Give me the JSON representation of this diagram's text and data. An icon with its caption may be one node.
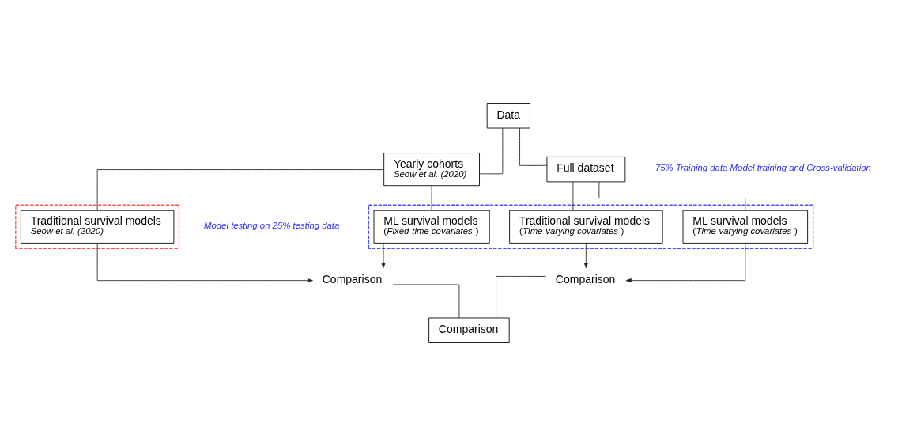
{
  "diagram": {
    "nodes": [
      {
        "text": [
          "Data"
        ]
      },
      {
        "text": [
          "Yearly cohorts",
          "Seow et al. (2020)"
        ]
      },
      {
        "text": [
          "Full dataset"
        ]
      },
      {
        "text": [],
        "shape": "box"
      },
      {
        "text": [
          "Traditional survival models",
          "Seow et al. (2020)"
        ],
        "in": 3
      },
      {
        "text": [],
        "shape": "box"
      },
      {
        "text": [
          "ML survival models",
          "(*Fixed-time covariates*)"
        ],
        "in": 5
      },
      {
        "text": [
          "Traditional survival models",
          "(*Time-varying covariates*)"
        ],
        "in": 5
      },
      {
        "text": [
          "ML survival models",
          "(*Time-varying covariates*)"
        ],
        "in": 5
      },
      {
        "text": [
          "Comparison"
        ]
      },
      {
        "text": [
          "Comparison"
        ]
      },
      {
        "text": [
          "Comparison"
        ]
      }
    ],
    "edges": [
      {
        "from": 0,
        "to": 1,
        "arrow": "none"
      },
      {
        "from": 0,
        "to": 2,
        "arrow": "none"
      },
      {
        "from": 1,
        "to": 4,
        "arrow": "none"
      },
      {
        "from": 1,
        "to": 6,
        "arrow": "none"
      },
      {
        "from": 2,
        "to": 7,
        "arrow": "none"
      },
      {
        "from": 2,
        "to": 8,
        "arrow": "none"
      },
      {
        "from": 4,
        "to": 9,
        "arrow": "to"
      },
      {
        "from": 6,
        "to": 9,
        "arrow": "to"
      },
      {
        "from": 7,
        "to": 10,
        "arrow": "to"
      },
      {
        "from": 8,
        "to": 10,
        "arrow": "to"
      },
      {
        "from": 9,
        "to": 11,
        "arrow": "none"
      },
      {
        "from": 10,
        "to": 11,
        "arrow": "none"
      }
    ],
    "labels": [
      "75% Training data Model training and Cross-validation",
      "Model testing on 25% testing data"
    ]
  }
}
